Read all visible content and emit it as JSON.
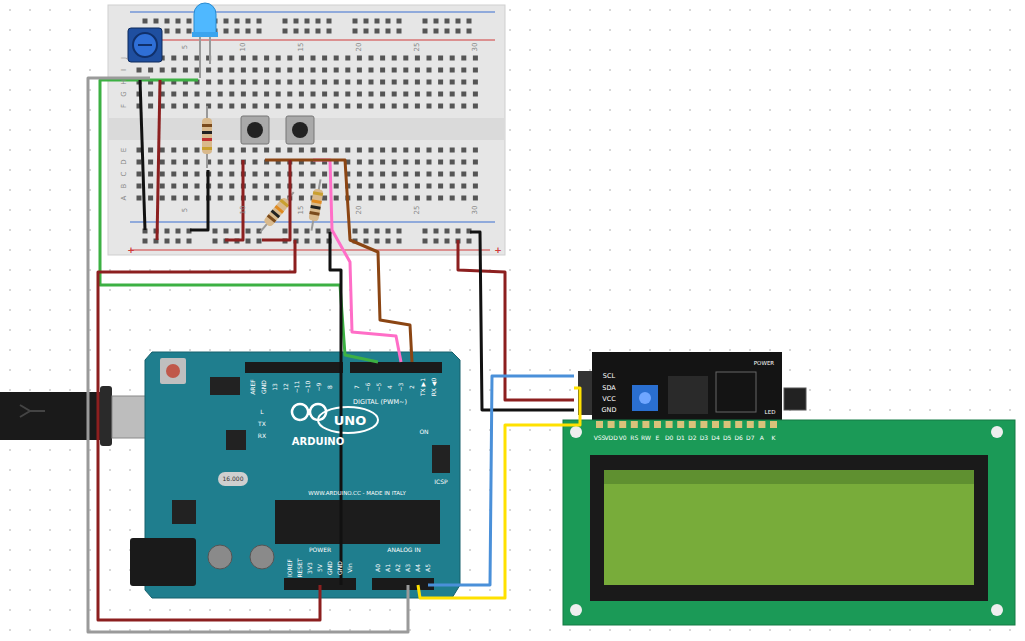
{
  "diagram": {
    "labels": [
      "5",
      "10",
      "15",
      "20",
      "25",
      "30",
      "5",
      "10",
      "15",
      "20",
      "25",
      "30",
      "J",
      "I",
      "H",
      "G",
      "F",
      "E",
      "D",
      "C",
      "B",
      "A",
      "+",
      "+",
      "AREF",
      "GND",
      "13",
      "12",
      "~11",
      "~10",
      "~9",
      "8",
      "7",
      "~6",
      "~5",
      "4",
      "~3",
      "2",
      "TX ▶1",
      "RX ◀0",
      "DIGITAL (PWM~)",
      "ARDUINO",
      "UNO",
      "L",
      "TX",
      "RX",
      "ON",
      "ICSP",
      "16.000",
      "WWW.ARDUINO.CC - MADE IN ITALY",
      "POWER",
      "ANALOG IN",
      "IOREF",
      "RESET",
      "3V3",
      "5V",
      "GND",
      "GND",
      "Vin",
      "A0",
      "A1",
      "A2",
      "A3",
      "A4",
      "A5",
      "SCL",
      "SDA",
      "VCC",
      "GND",
      "POWER",
      "LED",
      "VSS",
      "VDD",
      "V0",
      "RS",
      "RW",
      "E",
      "D0",
      "D1",
      "D2",
      "D3",
      "D4",
      "D5",
      "D6",
      "D7",
      "A",
      "K"
    ]
  }
}
